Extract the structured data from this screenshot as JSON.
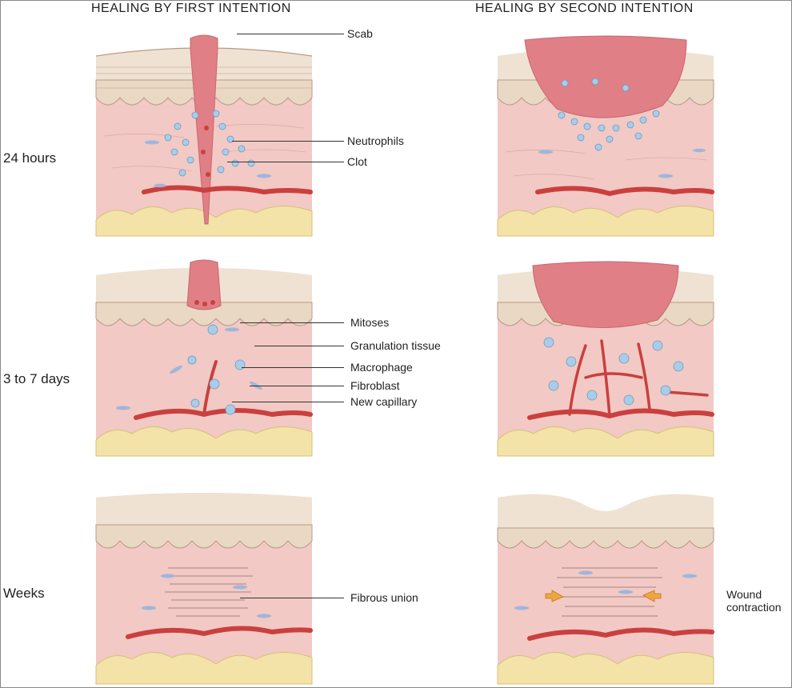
{
  "columns": {
    "first": "HEALING BY FIRST INTENTION",
    "second": "HEALING BY SECOND INTENTION"
  },
  "rows": {
    "r1": "24 hours",
    "r2": "3 to 7 days",
    "r3": "Weeks"
  },
  "labels": {
    "scab": "Scab",
    "neutrophils": "Neutrophils",
    "clot": "Clot",
    "mitoses": "Mitoses",
    "granulation": "Granulation tissue",
    "macrophage": "Macrophage",
    "fibroblast": "Fibroblast",
    "capillary": "New capillary",
    "fibrous": "Fibrous union",
    "wound1": "Wound",
    "wound2": "contraction"
  },
  "colors": {
    "dermis": "#f2c9c4",
    "epidermis": "#e9d8c4",
    "keratin": "#efe2d2",
    "fat": "#f4e3a8",
    "clot": "#e07f86",
    "vessel": "#c9403f",
    "neutrophil": "#a9cde9",
    "fibroblast": "#9fb6dc",
    "arrow": "#f0a640"
  }
}
